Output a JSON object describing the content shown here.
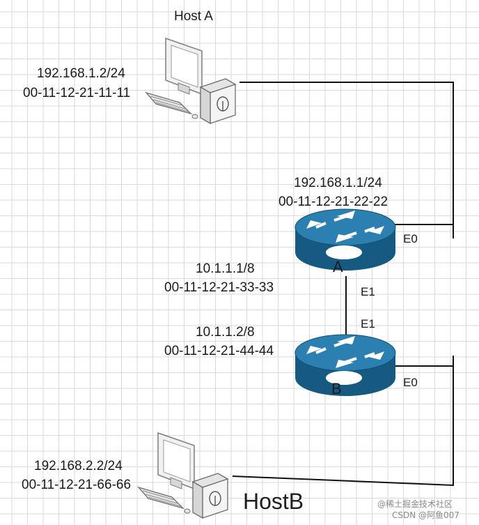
{
  "hosts": {
    "a": {
      "name": "Host A",
      "ip": "192.168.1.2/24",
      "mac": "00-11-12-21-11-11"
    },
    "b": {
      "name": "HostB",
      "ip": "192.168.2.2/24",
      "mac": "00-11-12-21-66-66"
    }
  },
  "routers": {
    "a": {
      "label": "A",
      "e0": {
        "name": "E0",
        "ip": "192.168.1.1/24",
        "mac": "00-11-12-21-22-22"
      },
      "e1": {
        "name": "E1",
        "ip": "10.1.1.1/8",
        "mac": "00-11-12-21-33-33"
      }
    },
    "b": {
      "label": "B",
      "e0": {
        "name": "E0"
      },
      "e1": {
        "name": "E1",
        "ip": "10.1.1.2/8",
        "mac": "00-11-12-21-44-44"
      }
    }
  },
  "watermark": {
    "line1": "@稀土掘金技术社区",
    "line2": "CSDN @阿鱼007"
  },
  "colors": {
    "router_top": "#2a7fb0",
    "router_side": "#165a82",
    "monitor": "#efefef",
    "outline": "#7a7a7a",
    "link": "#111111"
  }
}
